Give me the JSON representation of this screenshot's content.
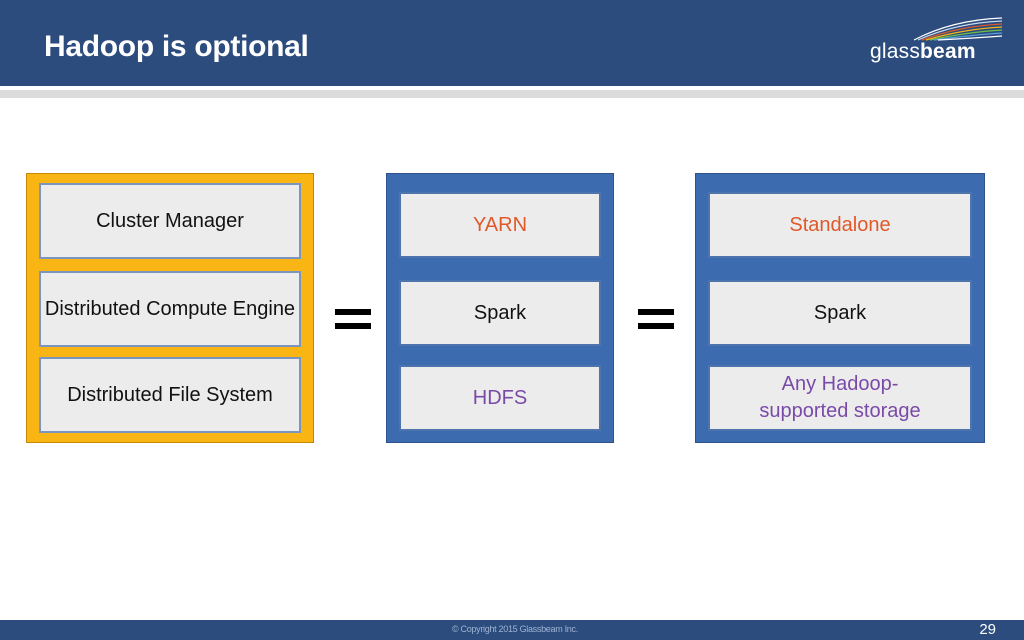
{
  "slide": {
    "title": "Hadoop is optional",
    "logo": {
      "light": "glass",
      "bold": "beam"
    },
    "copyright": "© Copyright 2015 Glassbeam Inc.",
    "page_number": "29"
  },
  "stacks": [
    {
      "name": "generic",
      "cells": [
        {
          "text": "Cluster Manager"
        },
        {
          "text": "Distributed Compute Engine"
        },
        {
          "text": "Distributed File System"
        }
      ]
    },
    {
      "name": "hadoop",
      "cells": [
        {
          "text": "YARN"
        },
        {
          "text": "Spark"
        },
        {
          "text": "HDFS"
        }
      ]
    },
    {
      "name": "standalone",
      "cells": [
        {
          "text": "Standalone"
        },
        {
          "text": "Spark"
        },
        {
          "text": "Any Hadoop-supported storage"
        }
      ]
    }
  ],
  "colors": {
    "header": "#2c4c7e",
    "gold_panel": "#f8b514",
    "blue_panel": "#3c6bb0",
    "orange_text": "#e0592a",
    "purple_text": "#7a4aa8"
  }
}
